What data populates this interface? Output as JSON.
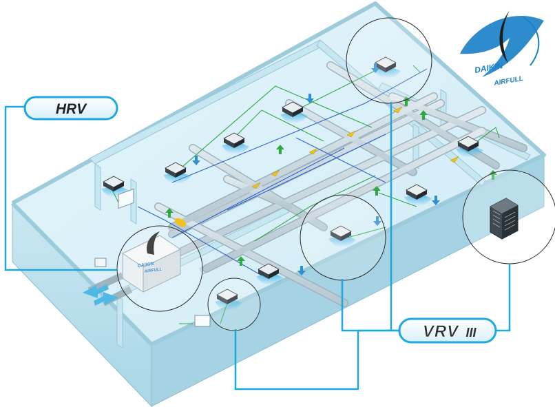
{
  "labels": {
    "hrv": "HRV",
    "vrv": "VRV",
    "vrv_suffix": "III",
    "logo_brand": "DAIKIN",
    "logo_sub": "AIRFULL",
    "hrv_unit_brand": "DAIKIN",
    "hrv_unit_sub": "AIRFULL"
  },
  "colors": {
    "callout": "#1da7df",
    "pill_fill": "#e9f7fd",
    "duct": "#c7d6de",
    "wall_top": "#b4dfec",
    "floor": "#dcf1f8",
    "green_wire": "#2faa43",
    "blue_wire": "#2d63c9",
    "air_flow": "#4fb9e6",
    "arrow_yellow": "#f2c21b",
    "arrow_green": "#2faa43",
    "logo_blue": "#1780c6"
  },
  "icons": {
    "hrv_callout": "circle-magnifier-icon",
    "vrv_outdoor": "outdoor-unit-icon",
    "indoor_unit": "ceiling-cassette-icon"
  }
}
